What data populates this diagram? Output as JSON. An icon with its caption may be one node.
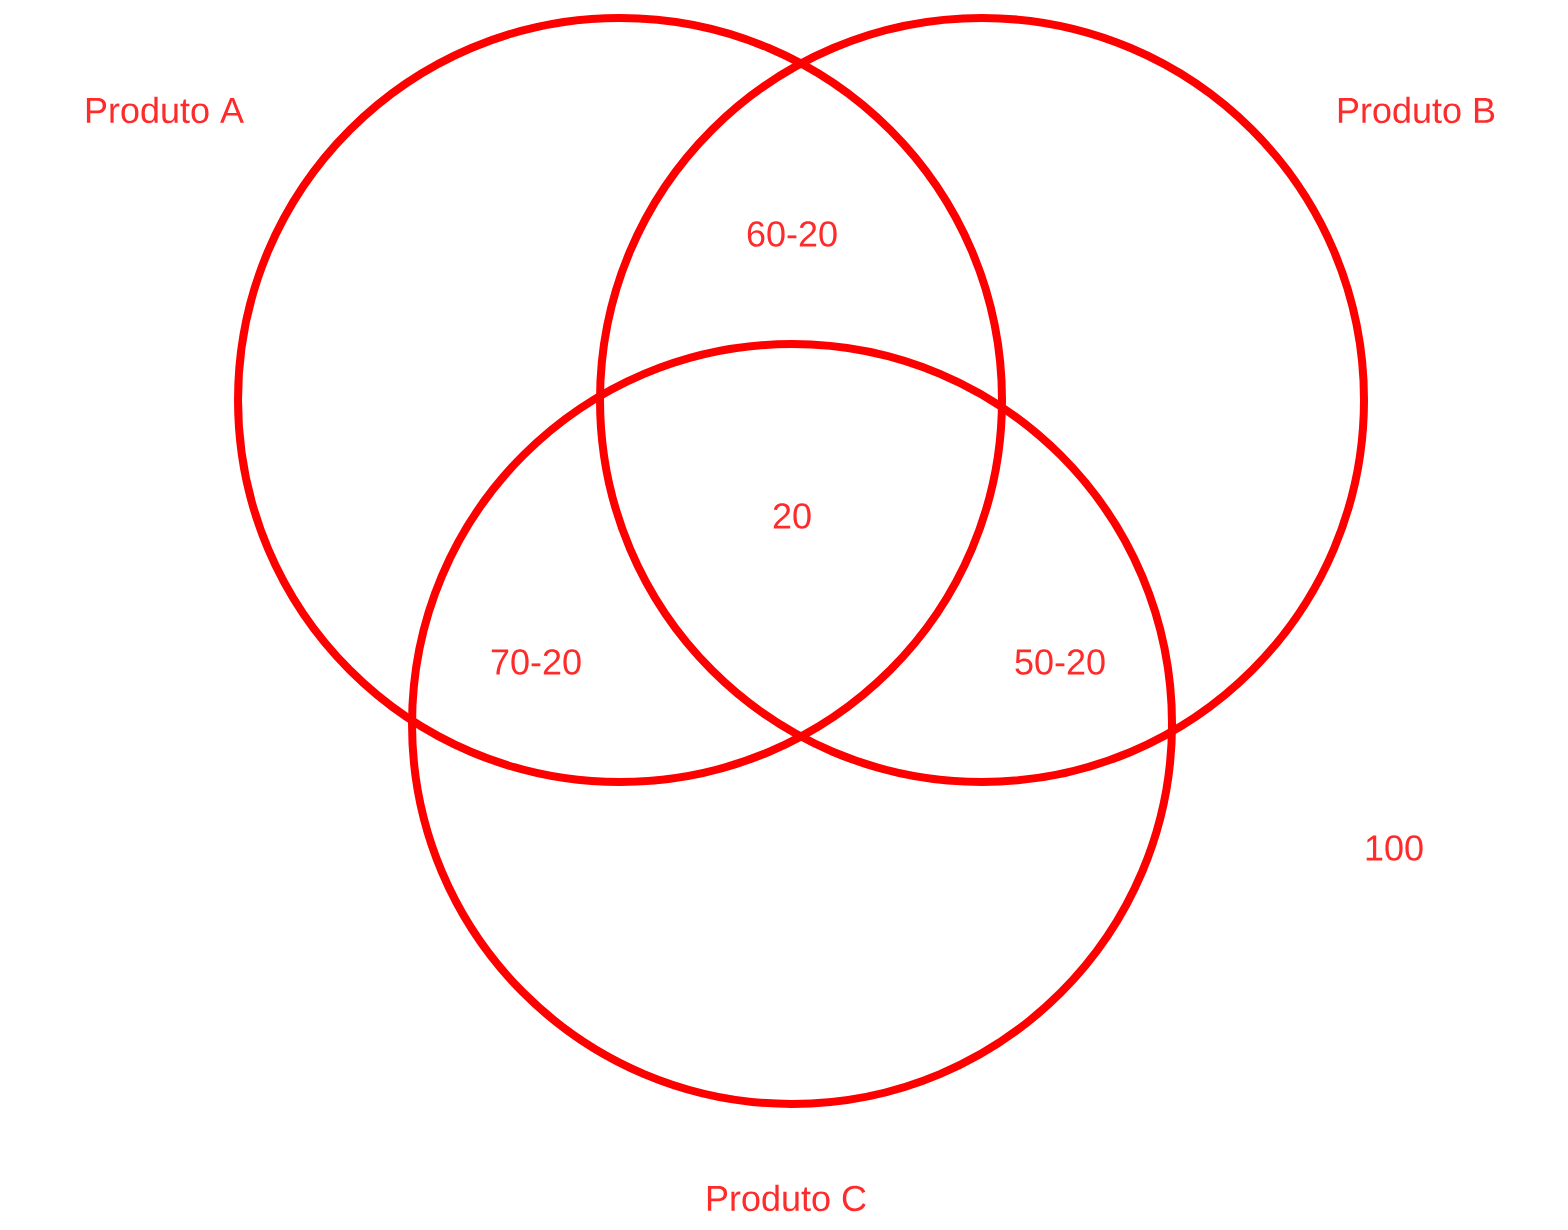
{
  "diagram": {
    "nodes": [
      {
        "text": [
          "Produto A"
        ]
      },
      {
        "text": [
          "Produto B"
        ]
      },
      {
        "text": [
          "Produto C"
        ]
      }
    ],
    "labels": [
      "60-20",
      "20",
      "70-20",
      "50-20",
      "100"
    ]
  }
}
